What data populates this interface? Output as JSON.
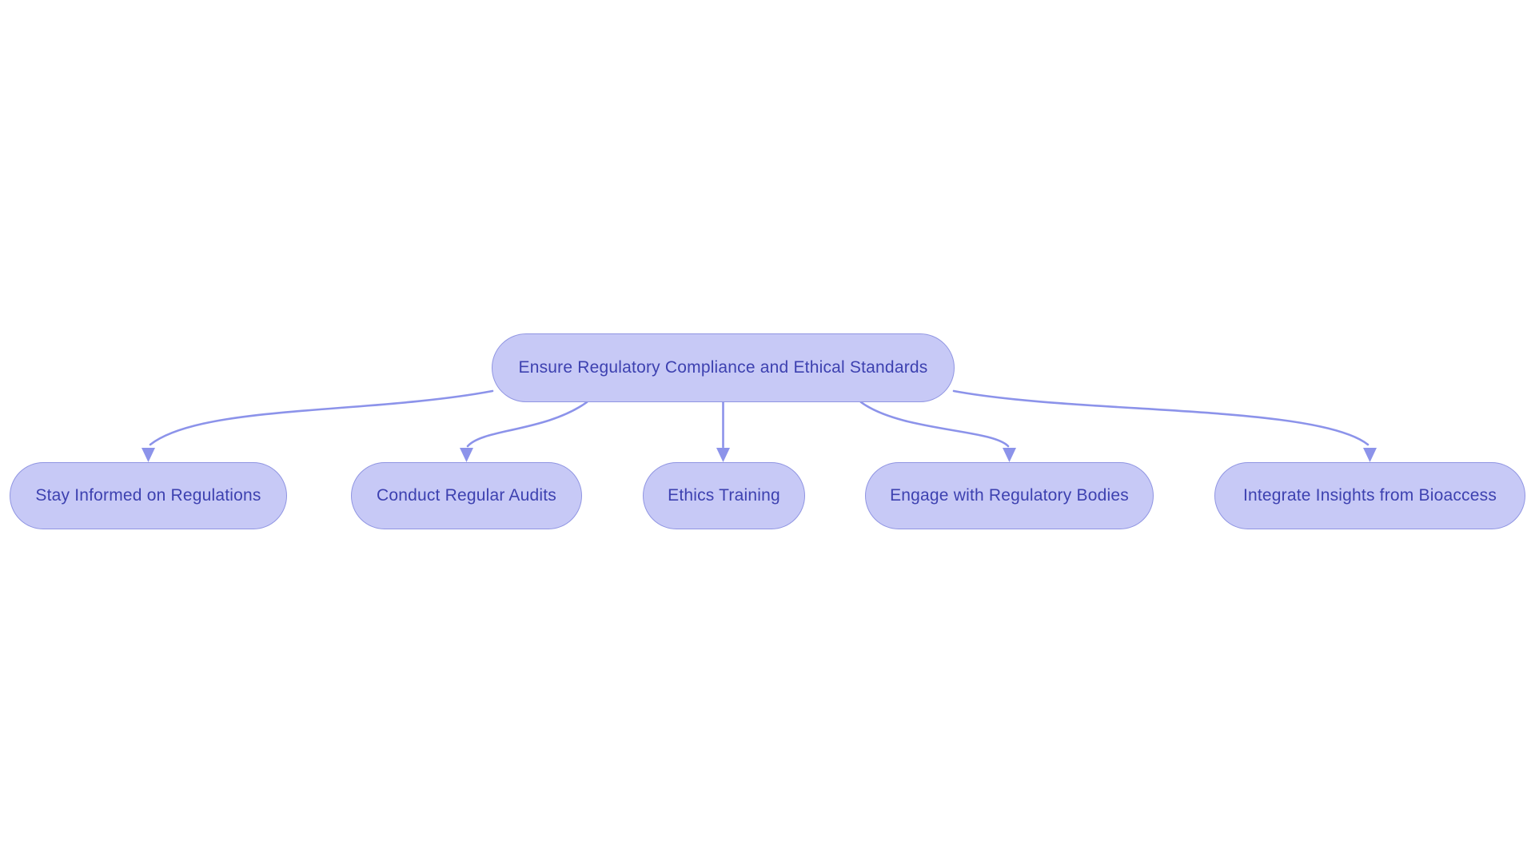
{
  "colors": {
    "background": "#ffffff",
    "node_fill": "#c7c9f6",
    "node_border": "#9095e2",
    "node_text": "#3d41b0",
    "edge": "#8c93ea"
  },
  "nodes": {
    "root": {
      "label": "Ensure Regulatory Compliance and Ethical Standards"
    },
    "children": [
      {
        "label": "Stay Informed on Regulations"
      },
      {
        "label": "Conduct Regular Audits"
      },
      {
        "label": "Ethics Training"
      },
      {
        "label": "Engage with Regulatory Bodies"
      },
      {
        "label": "Integrate Insights from Bioaccess"
      }
    ]
  }
}
